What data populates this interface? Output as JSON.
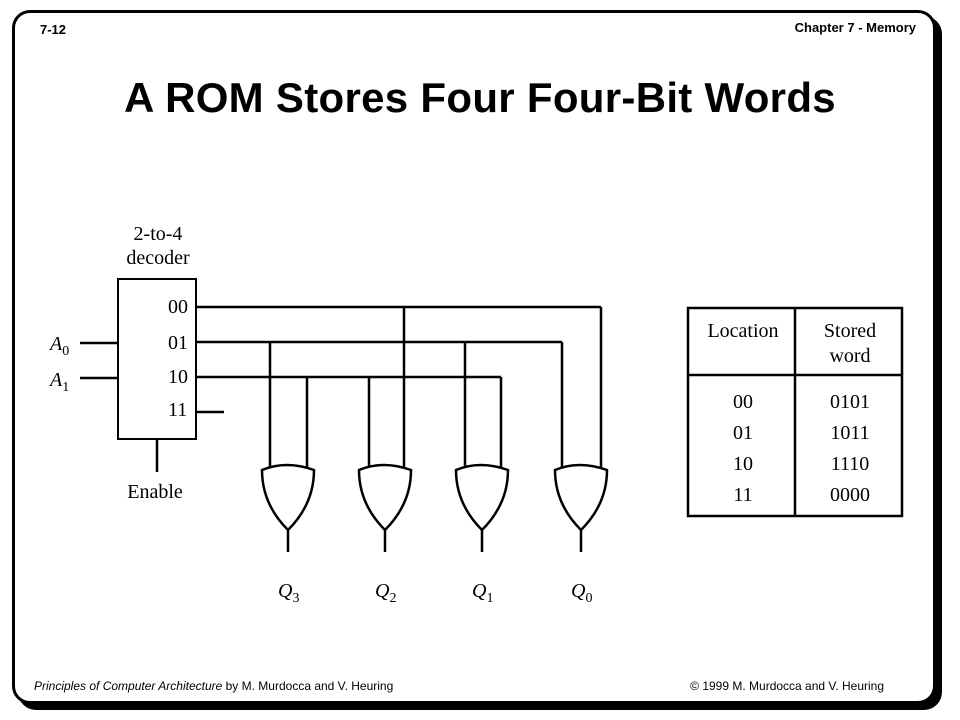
{
  "header": {
    "page_number": "7-12",
    "chapter": "Chapter 7 - Memory",
    "title": "A ROM Stores Four Four-Bit Words"
  },
  "diagram": {
    "decoder_label_line1": "2-to-4",
    "decoder_label_line2": "decoder",
    "decoder_outputs": [
      "00",
      "01",
      "10",
      "11"
    ],
    "inputs": [
      {
        "letter": "A",
        "sub": "0"
      },
      {
        "letter": "A",
        "sub": "1"
      }
    ],
    "enable_label": "Enable",
    "outputs": [
      {
        "letter": "Q",
        "sub": "3"
      },
      {
        "letter": "Q",
        "sub": "2"
      },
      {
        "letter": "Q",
        "sub": "1"
      },
      {
        "letter": "Q",
        "sub": "0"
      }
    ]
  },
  "table": {
    "col1_header": "Location",
    "col2_header_line1": "Stored",
    "col2_header_line2": "word",
    "rows": [
      {
        "location": "00",
        "word": "0101"
      },
      {
        "location": "01",
        "word": "1011"
      },
      {
        "location": "10",
        "word": "1110"
      },
      {
        "location": "11",
        "word": "0000"
      }
    ]
  },
  "footer": {
    "book_title": "Principles of Computer Architecture",
    "authors": " by M. Murdocca and V. Heuring",
    "copyright": "© 1999 M. Murdocca and V. Heuring"
  }
}
